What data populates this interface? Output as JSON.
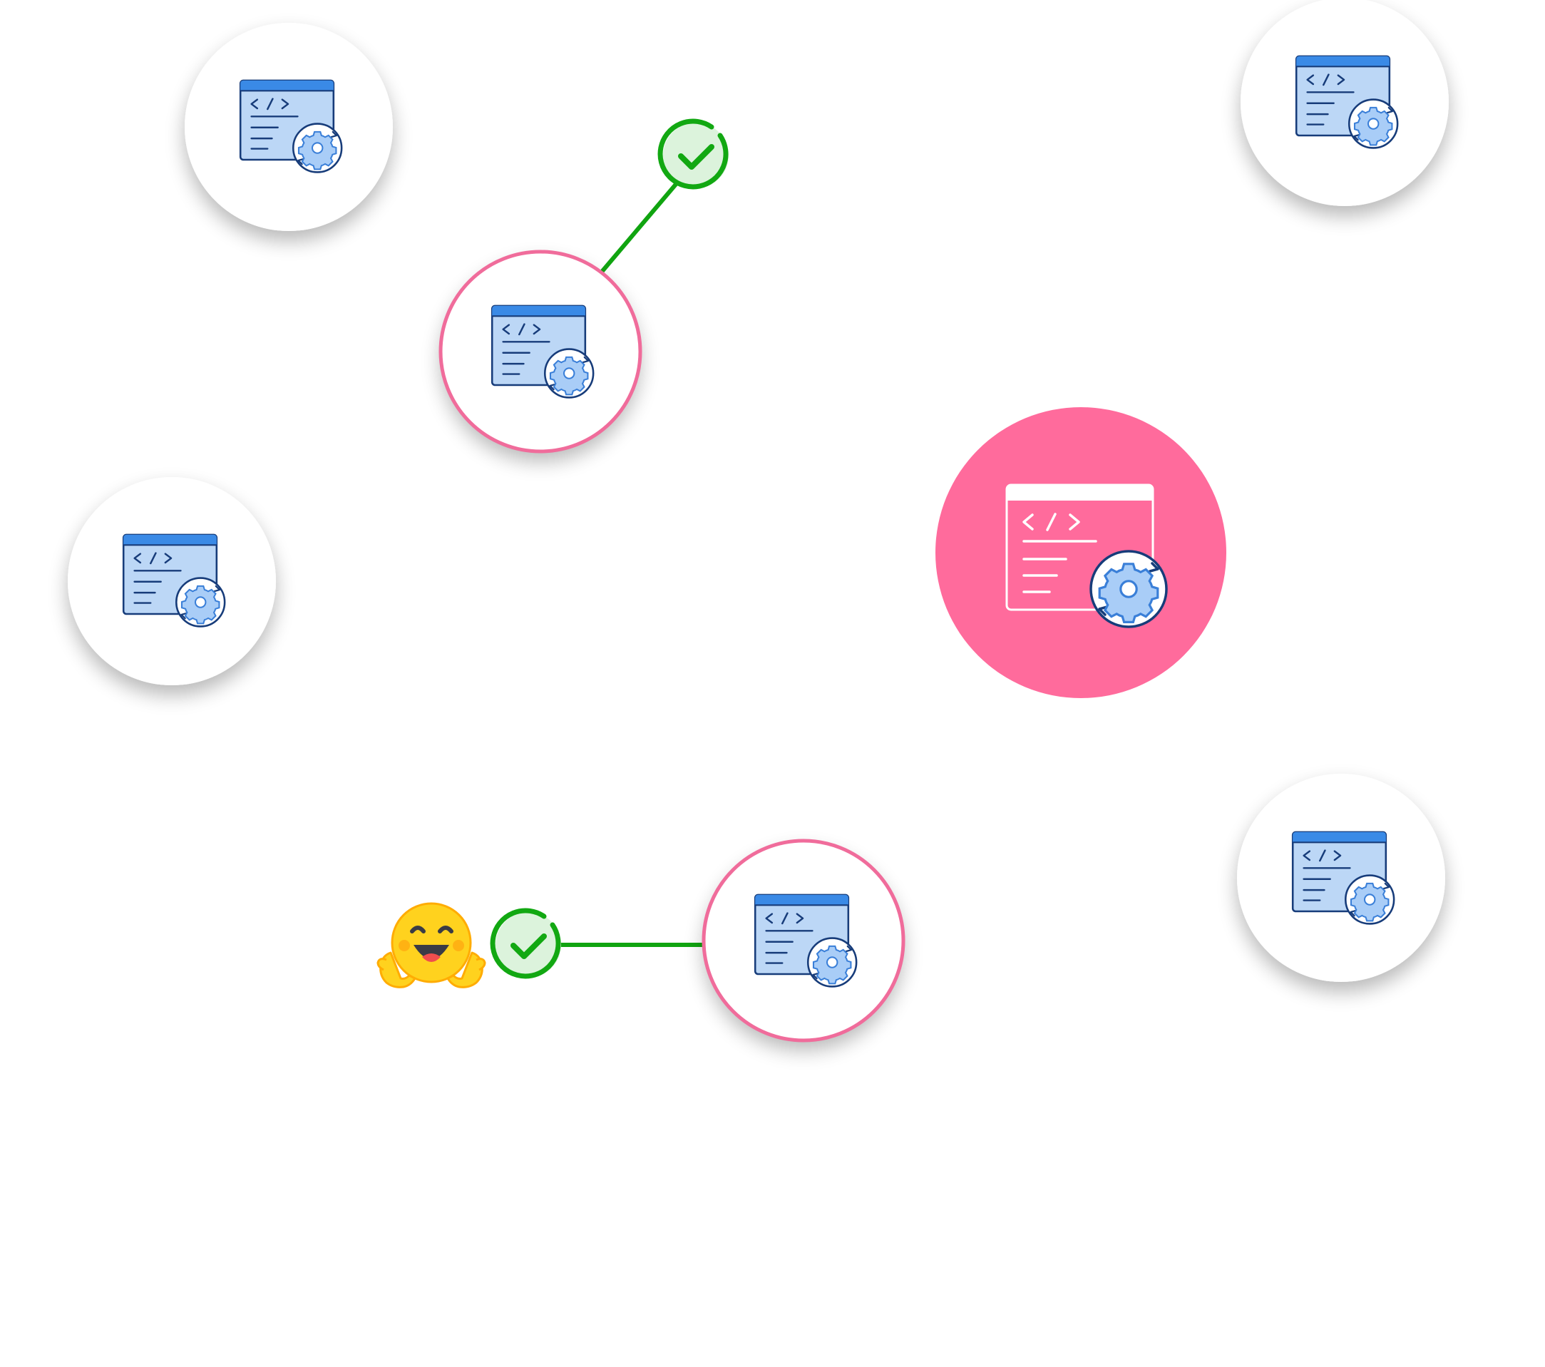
{
  "colors": {
    "background": "#ffffff",
    "node_fill": "#ffffff",
    "node_shadow": "#9aa3ad",
    "selected_ring": "#f06c9b",
    "hub_fill": "#ff6b9c",
    "connector": "#10a410",
    "check_fill": "#dcf3dc",
    "check_stroke": "#12a812",
    "icon_window_fill": "#bcd7f6",
    "icon_window_header": "#3a8ae6",
    "icon_stroke": "#173c7a",
    "icon_gear_fill": "#a9cdf7",
    "hub_line": "#ffffff"
  },
  "diagram": {
    "nodes": [
      {
        "id": "node-1",
        "kind": "app",
        "state": "idle",
        "icon": "code-window-gear-icon"
      },
      {
        "id": "node-2",
        "kind": "app",
        "state": "idle",
        "icon": "code-window-gear-icon"
      },
      {
        "id": "node-3",
        "kind": "app",
        "state": "selected",
        "icon": "code-window-gear-icon"
      },
      {
        "id": "node-4",
        "kind": "app",
        "state": "idle",
        "icon": "code-window-gear-icon"
      },
      {
        "id": "node-5",
        "kind": "hub",
        "state": "active",
        "icon": "code-window-gear-icon"
      },
      {
        "id": "node-6",
        "kind": "app",
        "state": "idle",
        "icon": "code-window-gear-icon"
      },
      {
        "id": "node-7",
        "kind": "app",
        "state": "selected",
        "icon": "code-window-gear-icon"
      }
    ],
    "connections": [
      {
        "from": "node-3",
        "to": "check-1",
        "status": "verified"
      },
      {
        "from": "node-7",
        "to": "check-2",
        "status": "verified"
      }
    ],
    "badges": [
      {
        "id": "check-1",
        "icon": "check-circle-icon"
      },
      {
        "id": "check-2",
        "icon": "check-circle-icon"
      },
      {
        "id": "hugging-face",
        "icon": "hugging-face-emoji-icon"
      }
    ]
  }
}
